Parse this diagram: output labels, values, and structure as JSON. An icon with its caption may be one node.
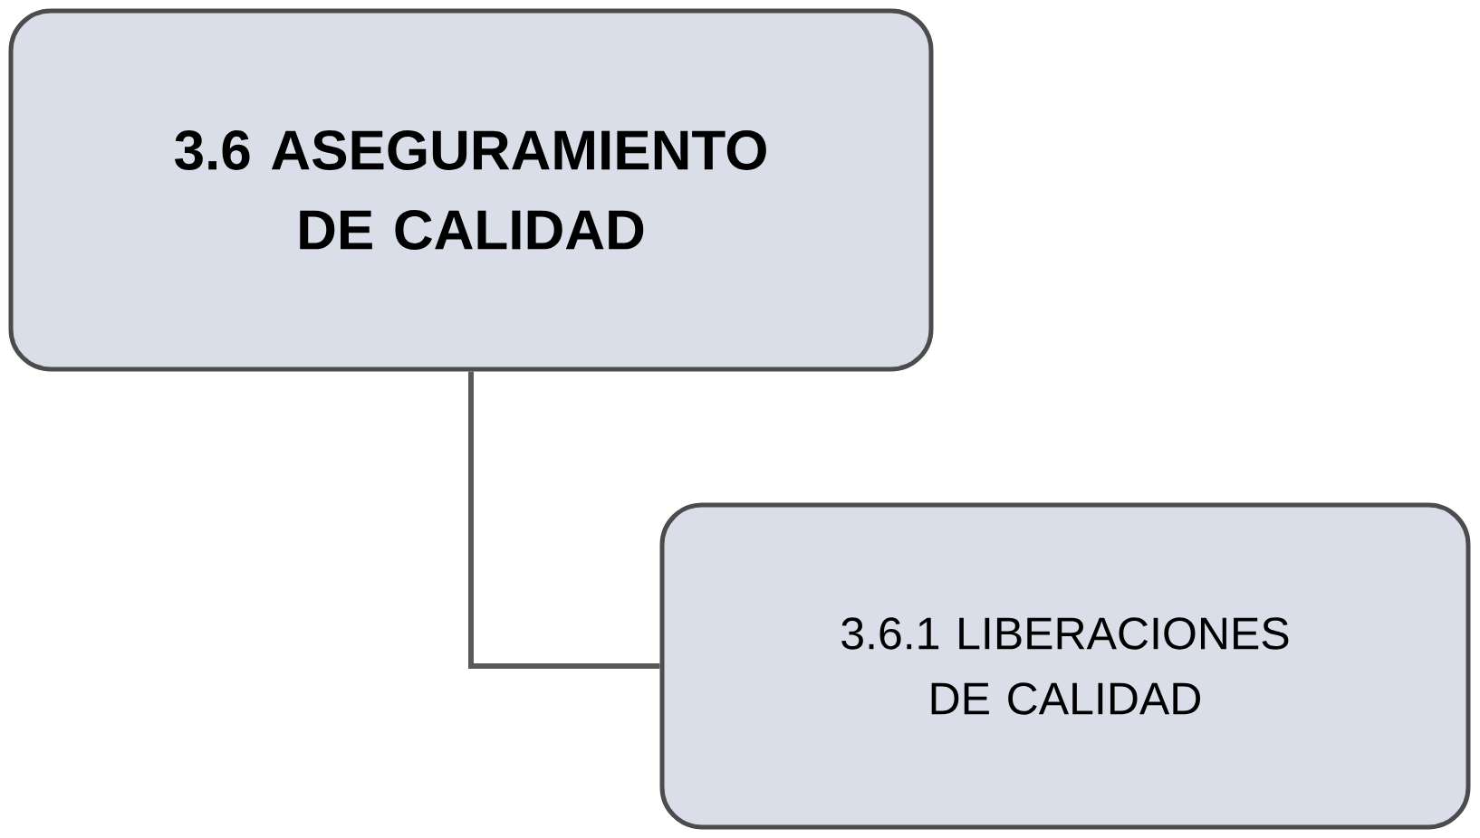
{
  "diagram": {
    "nodes": [
      {
        "text": [
          "3.6 ASEGURAMIENTO DE CALIDAD"
        ]
      },
      {
        "text": [
          "3.6.1 LIBERACIONES DE CALIDAD"
        ]
      }
    ],
    "edges": [
      {
        "from": 0,
        "to": 1,
        "arrow": "none"
      }
    ]
  }
}
